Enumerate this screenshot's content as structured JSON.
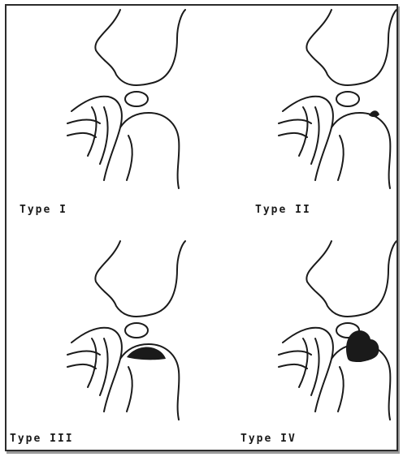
{
  "panels": [
    {
      "label": "Type  I"
    },
    {
      "label": "Type  II"
    },
    {
      "label": "Type  III"
    },
    {
      "label": "Type  IV"
    }
  ],
  "colors": {
    "ink": "#1a1a1a",
    "border": "#2b2b2b",
    "shadow": "#9a9a9a"
  }
}
